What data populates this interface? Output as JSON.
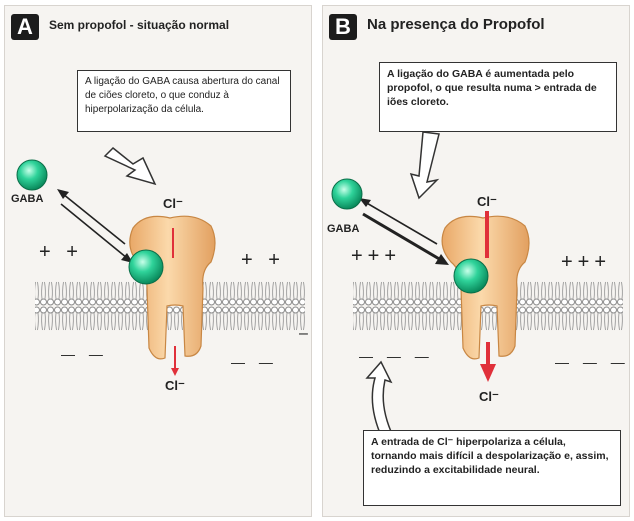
{
  "panel_a": {
    "letter": "A",
    "title": "Sem propofol - situação normal",
    "note": "A ligação do GABA causa abertura do canal de ciões cloreto, o que conduz à hiperpolarização da célula.",
    "gaba_label": "GABA",
    "cl_top": "Cl⁻",
    "cl_bottom": "Cl⁻",
    "plus_left": "+ +",
    "plus_right": "+ +",
    "minus_left": "— —",
    "minus_right": "— —",
    "minus_edge": "–"
  },
  "panel_b": {
    "letter": "B",
    "title": "Na presença do Propofol",
    "note_top": "A ligação do GABA é aumentada pelo propofol, o que resulta numa > entrada de iões cloreto.",
    "gaba_label": "GABA",
    "cl_top": "Cl⁻",
    "cl_bottom": "Cl⁻",
    "plus_left": "+++",
    "plus_right": "+++",
    "minus_left": "— — —",
    "minus_right": "— — —",
    "note_bottom": "A entrada de Cl⁻ hiperpolariza a célula, tornando mais difícil a despolarização e, assim, reduzindo a excitabilidade neural."
  },
  "colors": {
    "panel_bg": "#f6f4f1",
    "gaba": "#1fbf8a",
    "channel": "#f4c48a",
    "chloride_arrow": "#e0303a",
    "lipid": "#9a9a9a"
  }
}
